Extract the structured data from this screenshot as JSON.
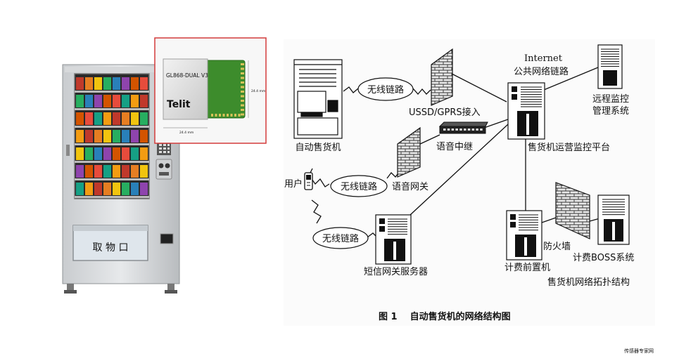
{
  "vending_machine": {
    "pickup_label": "取 物 口"
  },
  "module_card": {
    "model_text": "GL868-DUAL V3",
    "brand_text": "Telit",
    "dim_vertical": "24.4 mm",
    "dim_horizontal": "24.4 mm"
  },
  "diagram": {
    "node_vending_machine": "自动售货机",
    "link_wireless_top": "无线链路",
    "link_ussd_gprs": "USSD/GPRS接入",
    "internet_line1": "Internet",
    "internet_line2": "公共网络链路",
    "remote_line1": "远程监控",
    "remote_line2": "管理系统",
    "voice_relay": "语音中继",
    "platform": "售货机运营监控平台",
    "user": "用户",
    "link_wireless_mid": "无线链路",
    "voice_gateway": "语音网关",
    "link_wireless_bottom": "无线链路",
    "sms_server": "短信网关服务器",
    "firewall": "防火墙",
    "billing_front": "计费前置机",
    "billing_boss": "计费BOSS系统",
    "topology": "售货机网络拓扑结构",
    "figure_caption": "图 1    自动售货机的网络结构图"
  },
  "watermark": "传感器专家网"
}
